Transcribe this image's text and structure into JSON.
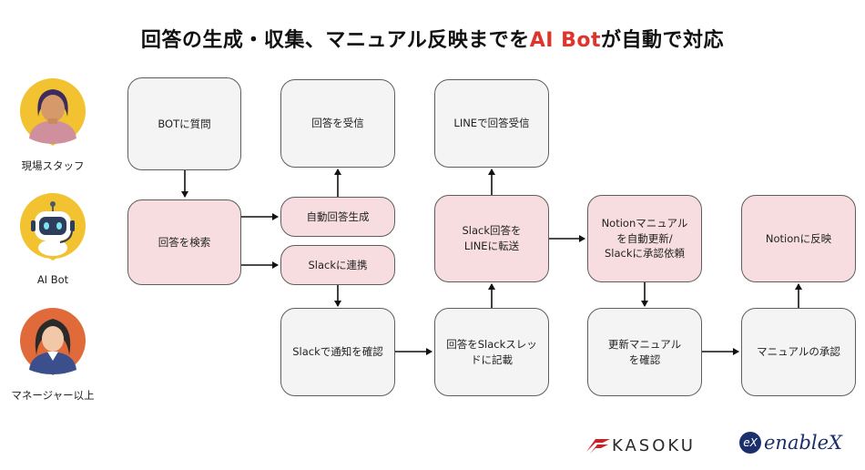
{
  "title": {
    "main": "回答の生成・収集、マニュアル反映までを",
    "accent": "AI Bot",
    "tail": "が自動で対応"
  },
  "actors": [
    {
      "name": "staff",
      "label": "現場スタッフ",
      "icon": "staff-avatar-icon"
    },
    {
      "name": "bot",
      "label": "AI Bot",
      "icon": "robot-avatar-icon"
    },
    {
      "name": "manager",
      "label": "マネージャー以上",
      "icon": "manager-avatar-icon"
    }
  ],
  "boxes": {
    "ask_bot": "BOTに質問",
    "receive_answer": "回答を受信",
    "line_receive": "LINEで回答受信",
    "search_answer": "回答を検索",
    "auto_generate": "自動回答生成",
    "slack_link": "Slackに連携",
    "slack_forward": "Slack回答を\nLINEに転送",
    "notion_update": "Notionマニュアル\nを自動更新/\nSlackに承認依頼",
    "notion_reflect": "Notionに反映",
    "slack_notify": "Slackで通知を確認",
    "slack_thread": "回答をSlackスレッ\nドに記載",
    "confirm_manual": "更新マニュアル\nを確認",
    "approve_manual": "マニュアルの承認"
  },
  "colors": {
    "accent": "#e0332a",
    "bot_fill": "#f7dde0",
    "staff_fill": "#f4f4f4",
    "border": "#5e5e5e"
  },
  "logos": {
    "kasoku": "KASOKU",
    "enablex_prefix": "eX",
    "enablex": "enableX"
  }
}
